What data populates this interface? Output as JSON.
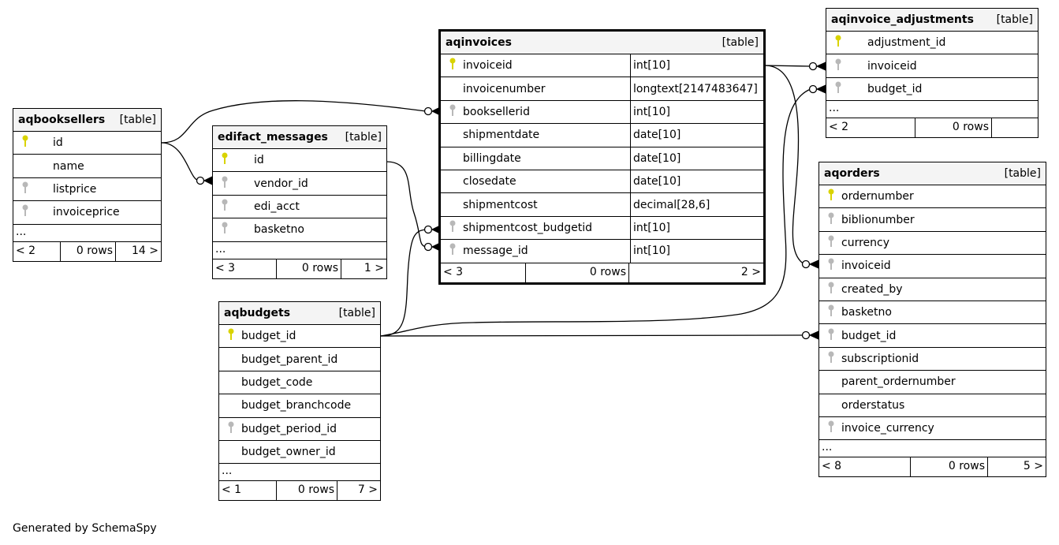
{
  "footer": {
    "generated_by": "Generated by SchemaSpy"
  },
  "tables": {
    "aqbooksellers": {
      "name": "aqbooksellers",
      "kind": "[table]",
      "columns": [
        {
          "name": "id",
          "key": "primary"
        },
        {
          "name": "name",
          "key": "none"
        },
        {
          "name": "listprice",
          "key": "foreign"
        },
        {
          "name": "invoiceprice",
          "key": "foreign"
        }
      ],
      "more": "...",
      "parents": "< 2",
      "rows": "0 rows",
      "children": "14 >"
    },
    "edifact_messages": {
      "name": "edifact_messages",
      "kind": "[table]",
      "columns": [
        {
          "name": "id",
          "key": "primary"
        },
        {
          "name": "vendor_id",
          "key": "foreign"
        },
        {
          "name": "edi_acct",
          "key": "foreign"
        },
        {
          "name": "basketno",
          "key": "foreign"
        }
      ],
      "more": "...",
      "parents": "< 3",
      "rows": "0 rows",
      "children": "1 >"
    },
    "aqinvoices": {
      "name": "aqinvoices",
      "kind": "[table]",
      "columns": [
        {
          "name": "invoiceid",
          "type": "int[10]",
          "key": "primary"
        },
        {
          "name": "invoicenumber",
          "type": "longtext[2147483647]",
          "key": "none"
        },
        {
          "name": "booksellerid",
          "type": "int[10]",
          "key": "foreign"
        },
        {
          "name": "shipmentdate",
          "type": "date[10]",
          "key": "none"
        },
        {
          "name": "billingdate",
          "type": "date[10]",
          "key": "none"
        },
        {
          "name": "closedate",
          "type": "date[10]",
          "key": "none"
        },
        {
          "name": "shipmentcost",
          "type": "decimal[28,6]",
          "key": "none"
        },
        {
          "name": "shipmentcost_budgetid",
          "type": "int[10]",
          "key": "foreign"
        },
        {
          "name": "message_id",
          "type": "int[10]",
          "key": "foreign"
        }
      ],
      "parents": "< 3",
      "rows": "0 rows",
      "children": "2 >"
    },
    "aqinvoice_adjustments": {
      "name": "aqinvoice_adjustments",
      "kind": "[table]",
      "columns": [
        {
          "name": "adjustment_id",
          "key": "primary"
        },
        {
          "name": "invoiceid",
          "key": "foreign"
        },
        {
          "name": "budget_id",
          "key": "foreign"
        }
      ],
      "more": "...",
      "parents": "< 2",
      "rows": "0 rows",
      "children": ""
    },
    "aqorders": {
      "name": "aqorders",
      "kind": "[table]",
      "columns": [
        {
          "name": "ordernumber",
          "key": "primary"
        },
        {
          "name": "biblionumber",
          "key": "foreign"
        },
        {
          "name": "currency",
          "key": "foreign"
        },
        {
          "name": "invoiceid",
          "key": "foreign"
        },
        {
          "name": "created_by",
          "key": "foreign"
        },
        {
          "name": "basketno",
          "key": "foreign"
        },
        {
          "name": "budget_id",
          "key": "foreign"
        },
        {
          "name": "subscriptionid",
          "key": "foreign"
        },
        {
          "name": "parent_ordernumber",
          "key": "none"
        },
        {
          "name": "orderstatus",
          "key": "none"
        },
        {
          "name": "invoice_currency",
          "key": "foreign"
        }
      ],
      "more": "...",
      "parents": "< 8",
      "rows": "0 rows",
      "children": "5 >"
    },
    "aqbudgets": {
      "name": "aqbudgets",
      "kind": "[table]",
      "columns": [
        {
          "name": "budget_id",
          "key": "primary"
        },
        {
          "name": "budget_parent_id",
          "key": "none"
        },
        {
          "name": "budget_code",
          "key": "none"
        },
        {
          "name": "budget_branchcode",
          "key": "none"
        },
        {
          "name": "budget_period_id",
          "key": "foreign"
        },
        {
          "name": "budget_owner_id",
          "key": "none"
        }
      ],
      "more": "...",
      "parents": "< 1",
      "rows": "0 rows",
      "children": "7 >"
    }
  },
  "relationships": [
    {
      "from": "aqbooksellers.id",
      "to": "aqinvoices.booksellerid"
    },
    {
      "from": "aqbooksellers.id",
      "to": "edifact_messages.vendor_id"
    },
    {
      "from": "edifact_messages.id",
      "to": "aqinvoices.message_id"
    },
    {
      "from": "aqbudgets.budget_id",
      "to": "aqinvoices.shipmentcost_budgetid"
    },
    {
      "from": "aqbudgets.budget_id",
      "to": "aqorders.budget_id"
    },
    {
      "from": "aqbudgets.budget_id",
      "to": "aqinvoice_adjustments.budget_id"
    },
    {
      "from": "aqinvoices.invoiceid",
      "to": "aqinvoice_adjustments.invoiceid"
    },
    {
      "from": "aqinvoices.invoiceid",
      "to": "aqorders.invoiceid"
    }
  ]
}
